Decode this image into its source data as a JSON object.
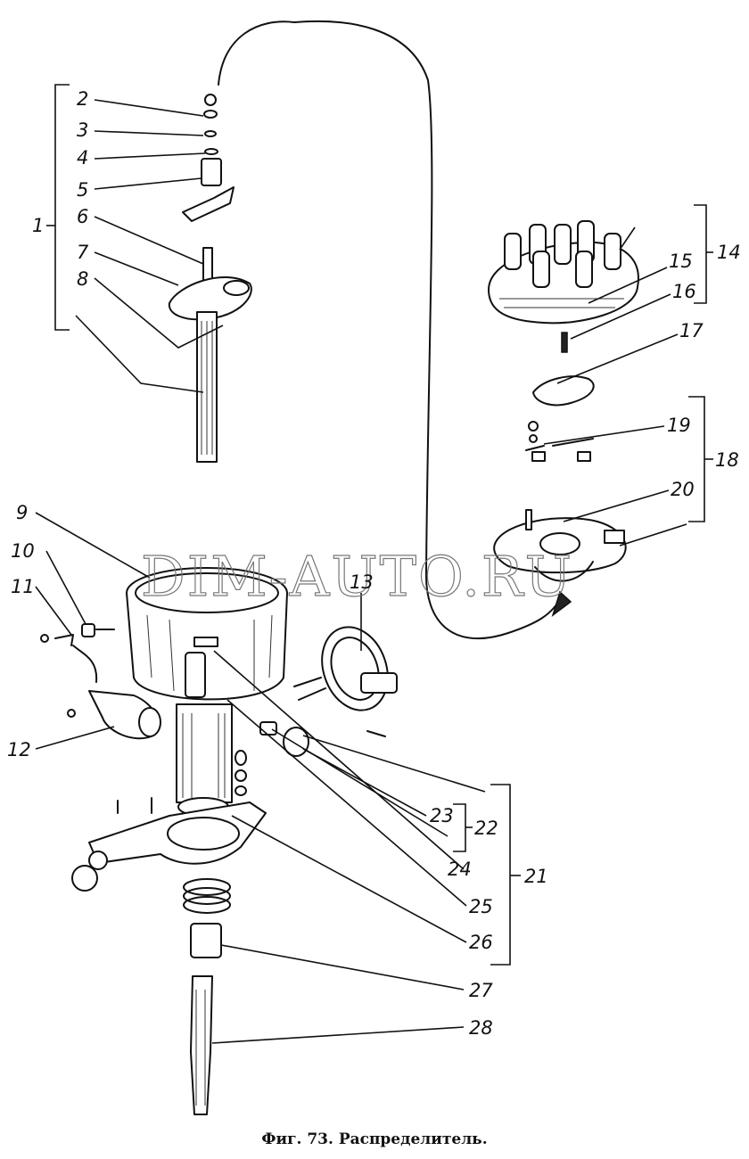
{
  "figure": {
    "caption": "Фиг. 73. Распределитель.",
    "watermark": "DIM-AUTO.RU",
    "callouts": [
      "1",
      "2",
      "3",
      "4",
      "5",
      "6",
      "7",
      "8",
      "9",
      "10",
      "11",
      "12",
      "13",
      "14",
      "15",
      "16",
      "17",
      "18",
      "19",
      "20",
      "21",
      "22",
      "23",
      "24",
      "25",
      "26",
      "27",
      "28"
    ]
  },
  "colors": {
    "ink": "#111111",
    "paper": "#ffffff",
    "watermark": "#777777"
  }
}
